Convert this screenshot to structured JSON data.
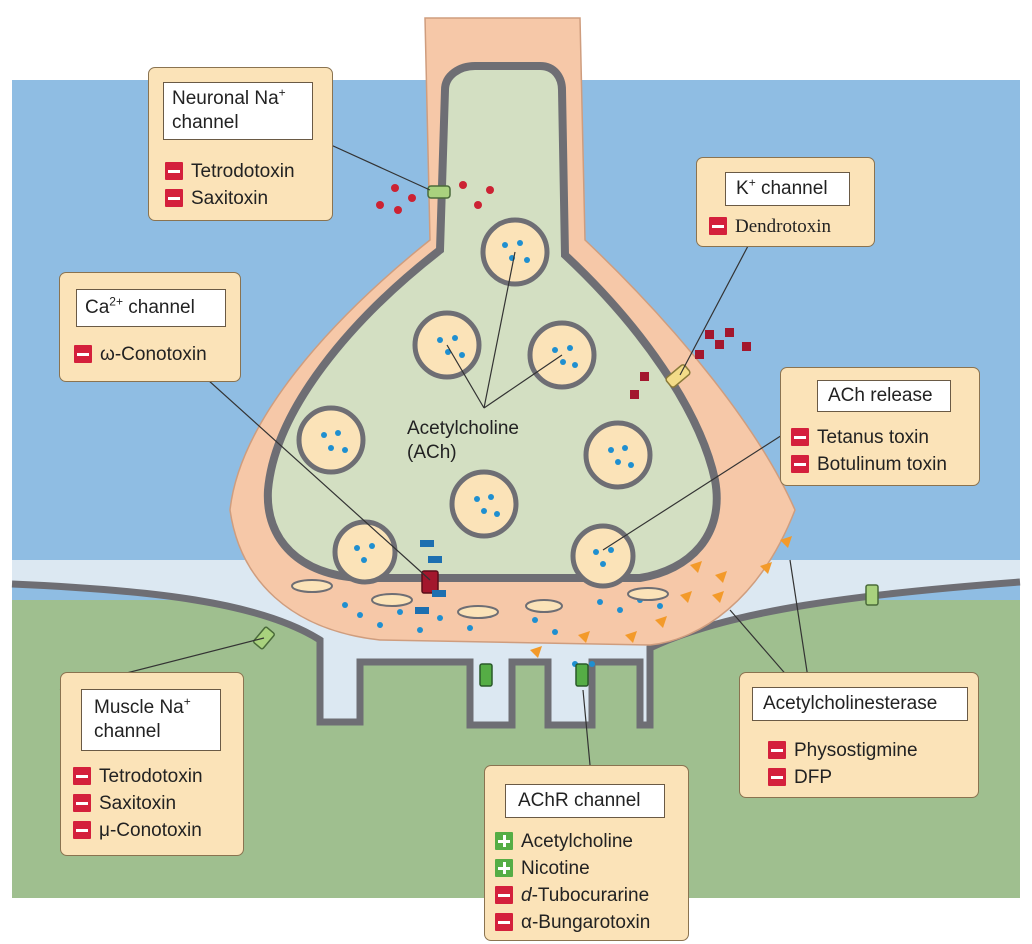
{
  "colors": {
    "extracellular": "#8fbde3",
    "muscle": "#9fbf8f",
    "terminal_outer": "#f6c8a8",
    "terminal_inner": "#d3dfc2",
    "membrane": "#6e6e74",
    "callout_fill": "#fbe3b8",
    "inhibit": "#d4203c",
    "activate": "#55ad45",
    "ach_dot": "#1f8fd0",
    "toxin_dot": "#cc2233",
    "dendrotoxin": "#a3172d",
    "ache_enzyme": "#f39a2a"
  },
  "labels": {
    "ach_line1": "Acetylcholine",
    "ach_line2": "(ACh)"
  },
  "neuronal_na": {
    "title_main": "Neuronal Na",
    "title_sup": "+",
    "title_line2": "channel",
    "items": [
      {
        "sign": "minus",
        "text": "Tetrodotoxin"
      },
      {
        "sign": "minus",
        "text": "Saxitoxin"
      }
    ]
  },
  "k_channel": {
    "title_main": "K",
    "title_sup": "+",
    "title_rest": " channel",
    "items": [
      {
        "sign": "minus",
        "text": "Dendrotoxin"
      }
    ]
  },
  "ca_channel": {
    "title_main": "Ca",
    "title_sup": "2+",
    "title_rest": " channel",
    "items": [
      {
        "sign": "minus",
        "text": "ω-Conotoxin"
      }
    ]
  },
  "ach_release": {
    "title": "ACh release",
    "items": [
      {
        "sign": "minus",
        "text": "Tetanus toxin"
      },
      {
        "sign": "minus",
        "text": "Botulinum toxin"
      }
    ]
  },
  "muscle_na": {
    "title_main": "Muscle Na",
    "title_sup": "+",
    "title_line2": "channel",
    "items": [
      {
        "sign": "minus",
        "text": "Tetrodotoxin"
      },
      {
        "sign": "minus",
        "text": "Saxitoxin"
      },
      {
        "sign": "minus",
        "text": "μ-Conotoxin"
      }
    ]
  },
  "ache": {
    "title": "Acetylcholinesterase",
    "items": [
      {
        "sign": "minus",
        "text": "Physostigmine"
      },
      {
        "sign": "minus",
        "text": "DFP"
      }
    ]
  },
  "achr": {
    "title": "AChR channel",
    "items": [
      {
        "sign": "plus",
        "text": "Acetylcholine"
      },
      {
        "sign": "plus",
        "text": "Nicotine"
      },
      {
        "sign": "minus",
        "italic_prefix": "d",
        "text": "-Tubocurarine"
      },
      {
        "sign": "minus",
        "text": "α-Bungarotoxin"
      }
    ]
  }
}
